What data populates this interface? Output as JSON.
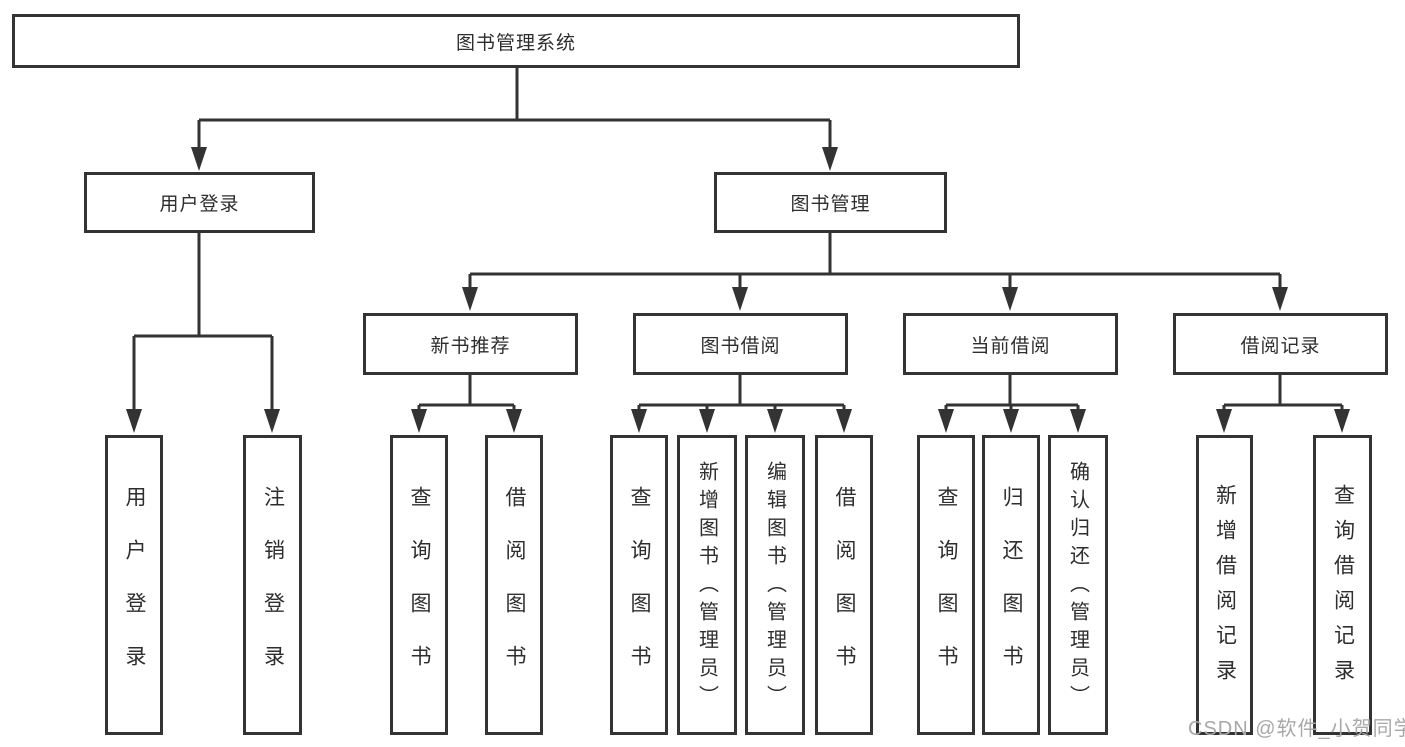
{
  "tree": {
    "label": "图书管理系统",
    "children": [
      {
        "label": "用户登录",
        "leaves": [
          {
            "label": "用户登录"
          },
          {
            "label": "注销登录"
          }
        ]
      },
      {
        "label": "图书管理",
        "children": [
          {
            "label": "新书推荐",
            "leaves": [
              {
                "label": "查询图书"
              },
              {
                "label": "借阅图书"
              }
            ]
          },
          {
            "label": "图书借阅",
            "leaves": [
              {
                "label": "查询图书"
              },
              {
                "label": "新增图书（管理员）"
              },
              {
                "label": "编辑图书（管理员）"
              },
              {
                "label": "借阅图书"
              }
            ]
          },
          {
            "label": "当前借阅",
            "leaves": [
              {
                "label": "查询图书"
              },
              {
                "label": "归还图书"
              },
              {
                "label": "确认归还（管理员）"
              }
            ]
          },
          {
            "label": "借阅记录",
            "leaves": [
              {
                "label": "新增借阅记录"
              },
              {
                "label": "查询借阅记录"
              }
            ]
          }
        ]
      }
    ]
  },
  "watermark": {
    "text": "CSDN @软件_小贺同学"
  },
  "colors": {
    "line": "#333333",
    "box_border": "#333333",
    "box_fill": "#ffffff",
    "text": "#2e2e2e",
    "watermark": "#a8a8a8"
  }
}
